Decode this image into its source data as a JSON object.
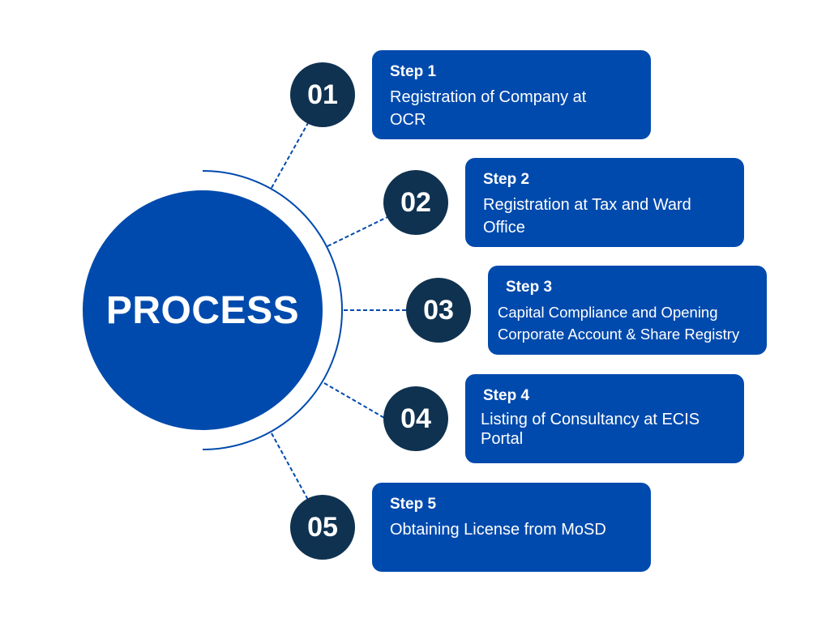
{
  "center_label": "PROCESS",
  "colors": {
    "primary": "#004aad",
    "dark": "#0f3250"
  },
  "steps": [
    {
      "number": "01",
      "title": "Step 1",
      "desc": "Registration of Company at OCR"
    },
    {
      "number": "02",
      "title": "Step 2",
      "desc": "Registration at Tax and Ward Office"
    },
    {
      "number": "03",
      "title": "Step 3",
      "desc": "Capital Compliance and Opening Corporate Account & Share Registry"
    },
    {
      "number": "04",
      "title": "Step 4",
      "desc": "Listing of Consultancy at ECIS Portal"
    },
    {
      "number": "05",
      "title": "Step 5",
      "desc": "Obtaining License from MoSD"
    }
  ]
}
